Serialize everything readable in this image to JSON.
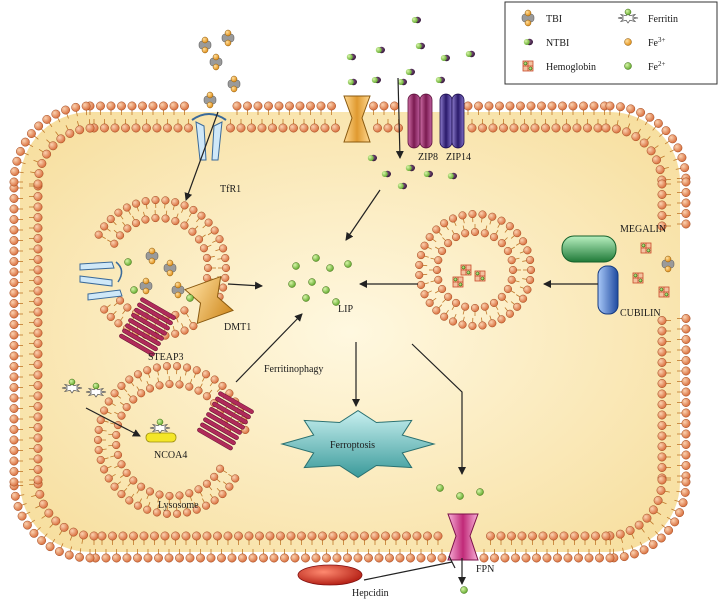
{
  "legend": {
    "items": [
      {
        "key": "tbi",
        "label": "TBI"
      },
      {
        "key": "ntbi",
        "label": "NTBI"
      },
      {
        "key": "hemoglobin",
        "label": "Hemoglobin"
      },
      {
        "key": "ferritin",
        "label": "Ferritin"
      },
      {
        "key": "fe3",
        "label": "Fe",
        "sup": "3+"
      },
      {
        "key": "fe2",
        "label": "Fe",
        "sup": "2+"
      }
    ]
  },
  "labels": {
    "tfr1": "TfR1",
    "zip8": "ZIP8",
    "zip14": "ZIP14",
    "megalin": "MEGALIN",
    "cubilin": "CUBILIN",
    "dmt1": "DMT1",
    "steap3": "STEAP3",
    "lip": "LIP",
    "ferritinophagy": "Ferritinophagy",
    "ncoa4": "NCOA4",
    "lysosome": "Lysosome",
    "ferroptosis": "Ferroptosis",
    "fpn": "FPN",
    "hepcidin": "Hepcidin"
  },
  "colors": {
    "membrane_bead": "#e8885a",
    "cytoplasm": "#fdf0c8",
    "fe3": "#f2a531",
    "fe2": "#8ccf4a",
    "transferrin": "#9a9a9a",
    "megalin": "#2f9a4a",
    "cubilin": "#2f5fb0",
    "zip8": "#9a2e6a",
    "zip14": "#4a3a8a",
    "ferroptosis": "#3aa0a0",
    "hepcidin": "#d8332a",
    "fpn": "#e0529a",
    "steap3": "#a0204a",
    "ncoa4": "#f0e020",
    "dmt1": "#f0b040"
  }
}
